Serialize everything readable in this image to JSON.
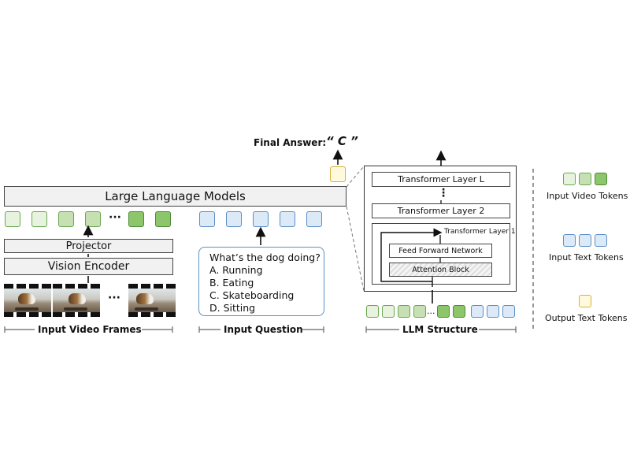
{
  "final_answer": {
    "label": "Final Answer:",
    "value": "“ C ”"
  },
  "llm_box": {
    "label": "Large Language Models"
  },
  "projector": {
    "label": "Projector"
  },
  "vision_encoder": {
    "label": "Vision Encoder"
  },
  "question": {
    "prompt": "What’s the dog doing?",
    "options": [
      "A.  Running",
      "B.  Eating",
      "C.  Skateboarding",
      "D.  Sitting"
    ]
  },
  "structure": {
    "layer_L": "Transformer Layer L",
    "dots": "⋮",
    "layer_2": "Transformer Layer 2",
    "layer_1": "Transformer Layer 1",
    "ffn": "Feed Forward Network",
    "attn": "Attention Block",
    "ellipsis": "..."
  },
  "sections": {
    "frames": "Input Video Frames",
    "question": "Input Question",
    "structure": "LLM Structure"
  },
  "legend": {
    "video": "Input Video Tokens",
    "text": "Input Text Tokens",
    "output": "Output Text Tokens"
  },
  "ellipsis": "···",
  "colors": {
    "green_border": "#6aa84f",
    "blue_border": "#5b8fc7",
    "yellow_border": "#d9b13b"
  }
}
